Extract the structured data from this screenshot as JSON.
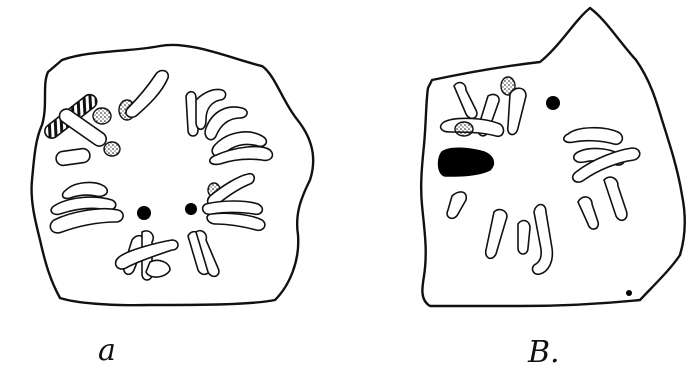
{
  "figure": {
    "panels": [
      {
        "id": "panel-a",
        "caption": "a"
      },
      {
        "id": "panel-b",
        "caption": "B."
      }
    ]
  }
}
